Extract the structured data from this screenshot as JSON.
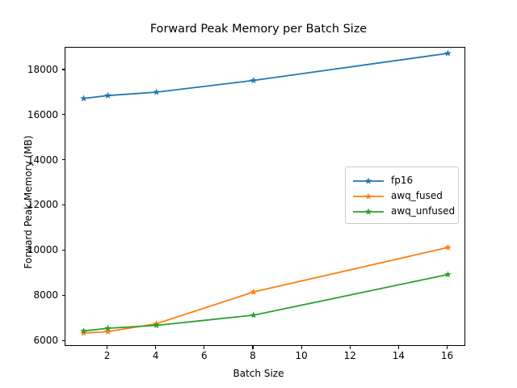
{
  "chart_data": {
    "type": "line",
    "title": "Forward Peak Memory per Batch Size",
    "xlabel": "Batch Size",
    "ylabel": "Forward Peak Memory (MB)",
    "x": [
      1,
      2,
      4,
      8,
      16
    ],
    "xlim": [
      0.25,
      16.75
    ],
    "ylim": [
      5750,
      19000
    ],
    "xticks": [
      2,
      4,
      6,
      8,
      10,
      12,
      14,
      16
    ],
    "xticklabels": [
      "2",
      "4",
      "6",
      "8",
      "10",
      "12",
      "14",
      "16"
    ],
    "yticks": [
      6000,
      8000,
      10000,
      12000,
      14000,
      16000,
      18000
    ],
    "yticklabels": [
      "6000",
      "8000",
      "10000",
      "12000",
      "14000",
      "16000",
      "18000"
    ],
    "grid": false,
    "legend_position": "center right",
    "marker": "star",
    "series": [
      {
        "name": "fp16",
        "color": "#1f77b4",
        "values": [
          16750,
          16880,
          17030,
          17550,
          18750
        ]
      },
      {
        "name": "awq_fused",
        "color": "#ff7f0e",
        "values": [
          6360,
          6420,
          6770,
          8180,
          10150
        ]
      },
      {
        "name": "awq_unfused",
        "color": "#2ca02c",
        "values": [
          6450,
          6570,
          6700,
          7150,
          8950
        ]
      }
    ]
  },
  "legend": {
    "entries": [
      {
        "label": "fp16"
      },
      {
        "label": "awq_fused"
      },
      {
        "label": "awq_unfused"
      }
    ]
  }
}
